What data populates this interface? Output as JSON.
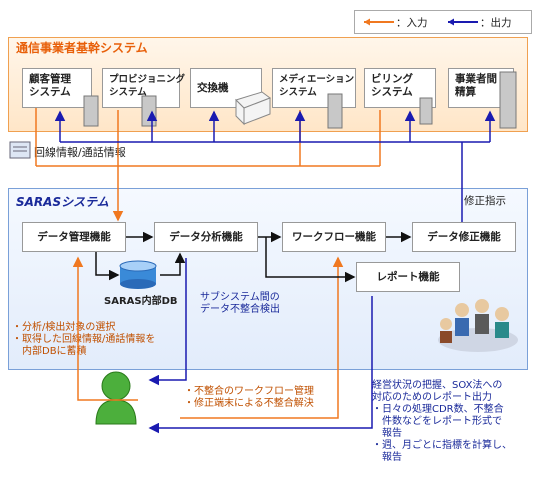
{
  "legend": {
    "input": "：入力",
    "output": "：出力",
    "input_color": "#f07820",
    "output_color": "#1a1ab0"
  },
  "core": {
    "title": "通信事業者基幹システム",
    "systems": [
      "顧客管理\nシステム",
      "プロビジョニング\nシステム",
      "交換機",
      "メディエーション\nシステム",
      "ビリング\nシステム",
      "事業者間\n精算"
    ]
  },
  "records_label": "回線情報/通話情報",
  "correction_label": "修正指示",
  "saras": {
    "title": "SARASシステム",
    "modules": {
      "data_mgmt": "データ管理機能",
      "data_analysis": "データ分析機能",
      "workflow": "ワークフロー機能",
      "data_fix": "データ修正機能",
      "report": "レポート機能",
      "db": "SARAS内部DB"
    },
    "inconsistency": "サブシステム間の\nデータ不整合検出",
    "user_input_notes": [
      "・分析/検出対象の選択",
      "・取得した回線情報/通話情報を",
      "　内部DBに蓄積"
    ]
  },
  "workflow_notes": [
    "・不整合のワークフロー管理",
    "・修正端末による不整合解決"
  ],
  "report_notes": [
    "経営状況の把握、SOX法への",
    "対応のためのレポート出力",
    "・日々の処理CDR数、不整合",
    "　件数などをレポート形式で",
    "　報告",
    "・週、月ごとに指標を計算し、",
    "　報告"
  ]
}
